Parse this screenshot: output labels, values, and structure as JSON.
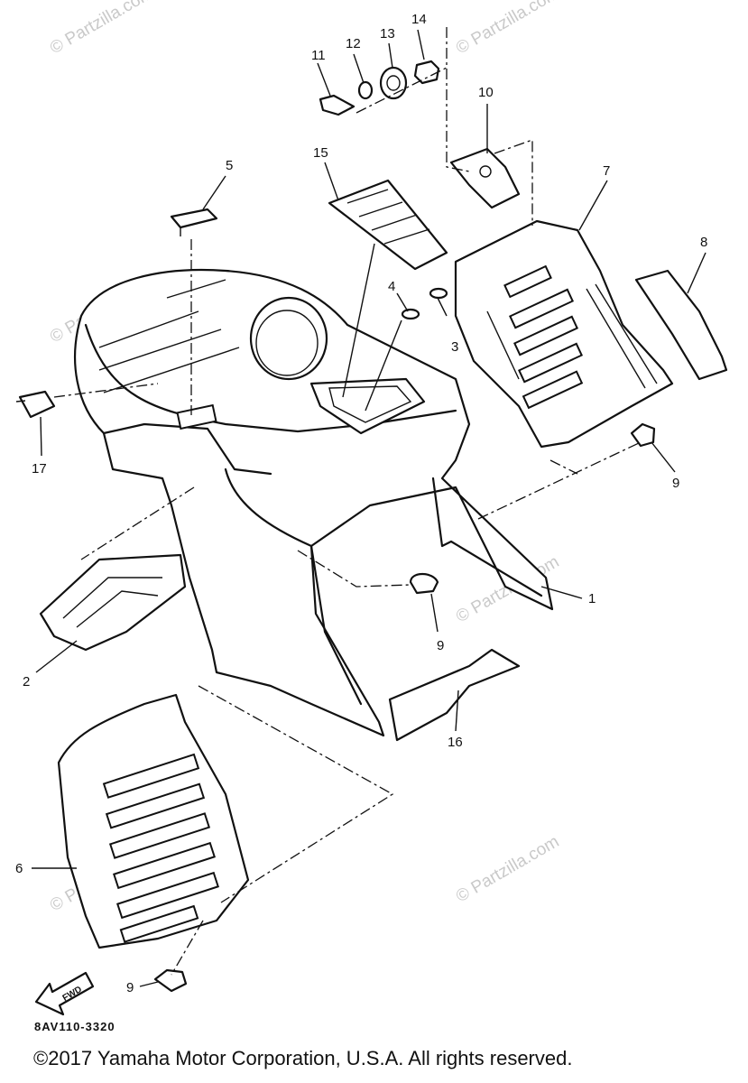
{
  "watermark_text": "© Partzilla.com",
  "callouts": [
    "1",
    "2",
    "3",
    "4",
    "5",
    "6",
    "7",
    "8",
    "9",
    "9",
    "9",
    "10",
    "11",
    "12",
    "13",
    "14",
    "15",
    "16",
    "17"
  ],
  "direction_arrow_label": "FWD",
  "diagram_code": "8AV110-3320",
  "copyright": "©2017 Yamaha Motor Corporation, U.S.A. All rights reserved."
}
